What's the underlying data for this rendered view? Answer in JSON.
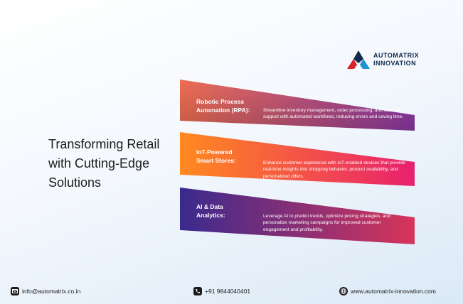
{
  "brand": {
    "line1": "AUTOMATRIX",
    "line2": "INNOVATION"
  },
  "headline": {
    "line1": "Transforming Retail",
    "line2": "with Cutting-Edge",
    "line3": "Solutions"
  },
  "bands": [
    {
      "title_line1": "Robotic Process",
      "title_line2": "Automation (RPA):",
      "description": "Streamline inventory management, order processing, and customer support with automated workflows, reducing errors and saving time.",
      "colors": [
        "#ee6e52",
        "#8e3aa6"
      ]
    },
    {
      "title_line1": "IoT-Powered",
      "title_line2": "Smart Stores:",
      "description": "Enhance customer experience with IoT-enabled devices that provide real-time insights into shopping behavior, product availability, and personalized offers.",
      "colors": [
        "#ff8a1f",
        "#e8206e"
      ]
    },
    {
      "title_line1": "AI & Data",
      "title_line2": "Analytics:",
      "description": "Leverage AI to predict trends, optimize pricing strategies, and personalize marketing campaigns for improved customer engagement and profitability.",
      "colors": [
        "#3a2a8e",
        "#d7345a"
      ]
    }
  ],
  "footer": {
    "email": "info@automatrix.co.in",
    "phone": "+91 9844040401",
    "website": "www.automatrix-innovation.com"
  },
  "icons": {
    "email": "envelope-icon",
    "phone": "phone-icon",
    "website": "globe-icon",
    "logo": "logo-mark-icon"
  }
}
